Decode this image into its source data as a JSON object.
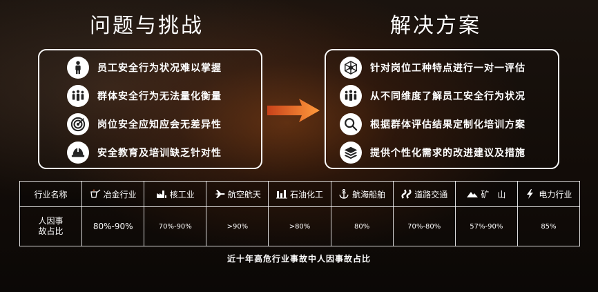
{
  "left_title": "问题与挑战",
  "right_title": "解决方案",
  "problems": [
    {
      "icon": "person-icon",
      "text": "员工安全行为状况难以掌握"
    },
    {
      "icon": "group-icon",
      "text": "群体安全行为无法量化衡量"
    },
    {
      "icon": "target-icon",
      "text": "岗位安全应知应会无差异性"
    },
    {
      "icon": "helmet-icon",
      "text": "安全教育及培训缺乏针对性"
    }
  ],
  "solutions": [
    {
      "icon": "network-icon",
      "text": "针对岗位工种特点进行一对一评估"
    },
    {
      "icon": "group-icon",
      "text": "从不同维度了解员工安全行为状况"
    },
    {
      "icon": "magnifier-icon",
      "text": "根据群体评估结果定制化培训方案"
    },
    {
      "icon": "layers-icon",
      "text": "提供个性化需求的改进建议及措施"
    }
  ],
  "table": {
    "header_label": "行业名称",
    "row_label_1": "人因事",
    "row_label_2": "故占比",
    "industries": [
      {
        "name": "冶金行业",
        "icon": "ladle-icon",
        "value": "80%-90%"
      },
      {
        "name": "核工业",
        "icon": "factory-icon",
        "value": "70%-90%"
      },
      {
        "name": "航空航天",
        "icon": "airplane-icon",
        "value": ">90%"
      },
      {
        "name": "石油化工",
        "icon": "refinery-icon",
        "value": ">80%"
      },
      {
        "name": "航海船舶",
        "icon": "anchor-icon",
        "value": "80%"
      },
      {
        "name": "道路交通",
        "icon": "road-icon",
        "value": "70%-80%"
      },
      {
        "name": "矿　山",
        "icon": "mountain-icon",
        "value": "57%-90%"
      },
      {
        "name": "电力行业",
        "icon": "lightning-icon",
        "value": "85%"
      }
    ]
  },
  "caption": "近十年高危行业事故中人因事故占比",
  "colors": {
    "highlight": "#ff7a45",
    "arrow_start": "#c8421a",
    "arrow_end": "#ff9a3c"
  }
}
